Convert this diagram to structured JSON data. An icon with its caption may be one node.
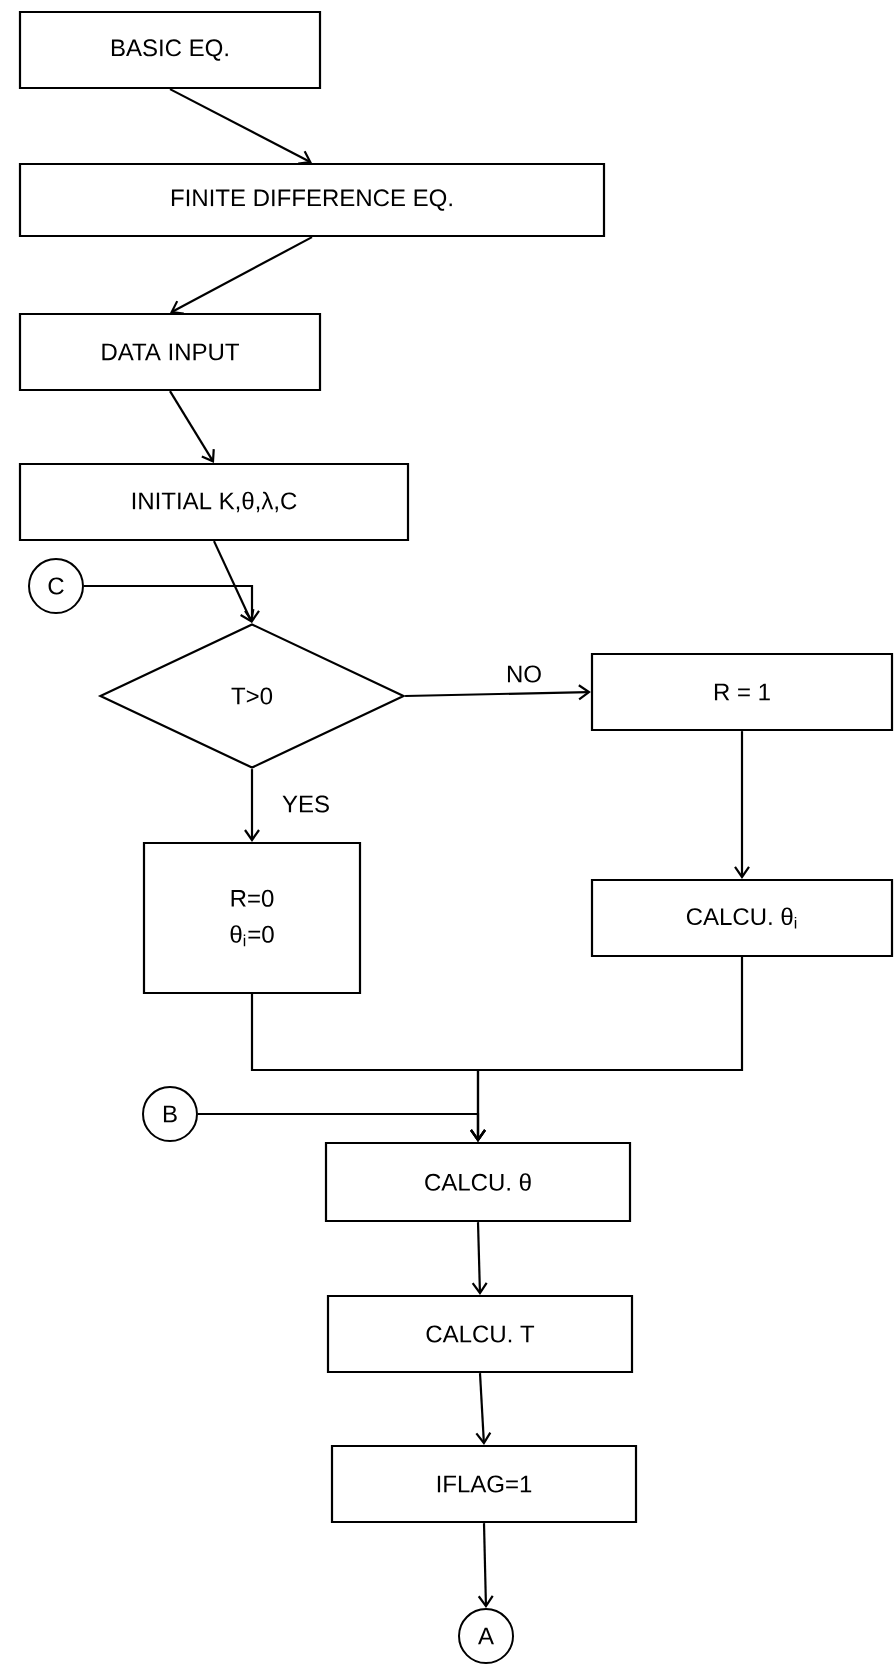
{
  "diagram": {
    "nodes": [
      {
        "text": [
          "BASIC EQ."
        ]
      },
      {
        "text": [
          "FINITE DIFFERENCE EQ."
        ]
      },
      {
        "text": [
          "DATA INPUT"
        ]
      },
      {
        "text": [
          "INITIAL  K,θ,λ,C"
        ]
      },
      {
        "text": [
          "C"
        ]
      },
      {
        "text": [
          "T>0"
        ]
      },
      {
        "text": [
          "R = 1"
        ]
      },
      {
        "text": [
          "R=0",
          "θ$_{i}$=0"
        ]
      },
      {
        "text": [
          "CALCU. θ$_{i}$"
        ]
      },
      {
        "text": [
          "B"
        ]
      },
      {
        "text": [
          "CALCU. θ"
        ]
      },
      {
        "text": [
          "CALCU. T"
        ]
      },
      {
        "text": [
          "IFLAG=1"
        ]
      },
      {
        "text": [
          "A"
        ]
      }
    ],
    "edges": [
      {
        "from": 0,
        "to": 1,
        "arrow": "to"
      },
      {
        "from": 1,
        "to": 2,
        "arrow": "to"
      },
      {
        "from": 2,
        "to": 3,
        "arrow": "to"
      },
      {
        "from": 3,
        "to": 5,
        "arrow": "to"
      },
      {
        "from": 4,
        "to": 5,
        "arrow": "to"
      },
      {
        "from": 5,
        "to": 6,
        "arrow": "to",
        "label": "NO"
      },
      {
        "from": 5,
        "to": 7,
        "arrow": "to",
        "label": "YES"
      },
      {
        "from": 6,
        "to": 8,
        "arrow": "to"
      },
      {
        "from": 7,
        "to": 10,
        "arrow": "to"
      },
      {
        "from": 8,
        "to": 10,
        "arrow": "to"
      },
      {
        "from": 9,
        "to": 10,
        "arrow": "to"
      },
      {
        "from": 10,
        "to": 11,
        "arrow": "to"
      },
      {
        "from": 11,
        "to": 12,
        "arrow": "to"
      },
      {
        "from": 12,
        "to": 13,
        "arrow": "to"
      }
    ]
  }
}
